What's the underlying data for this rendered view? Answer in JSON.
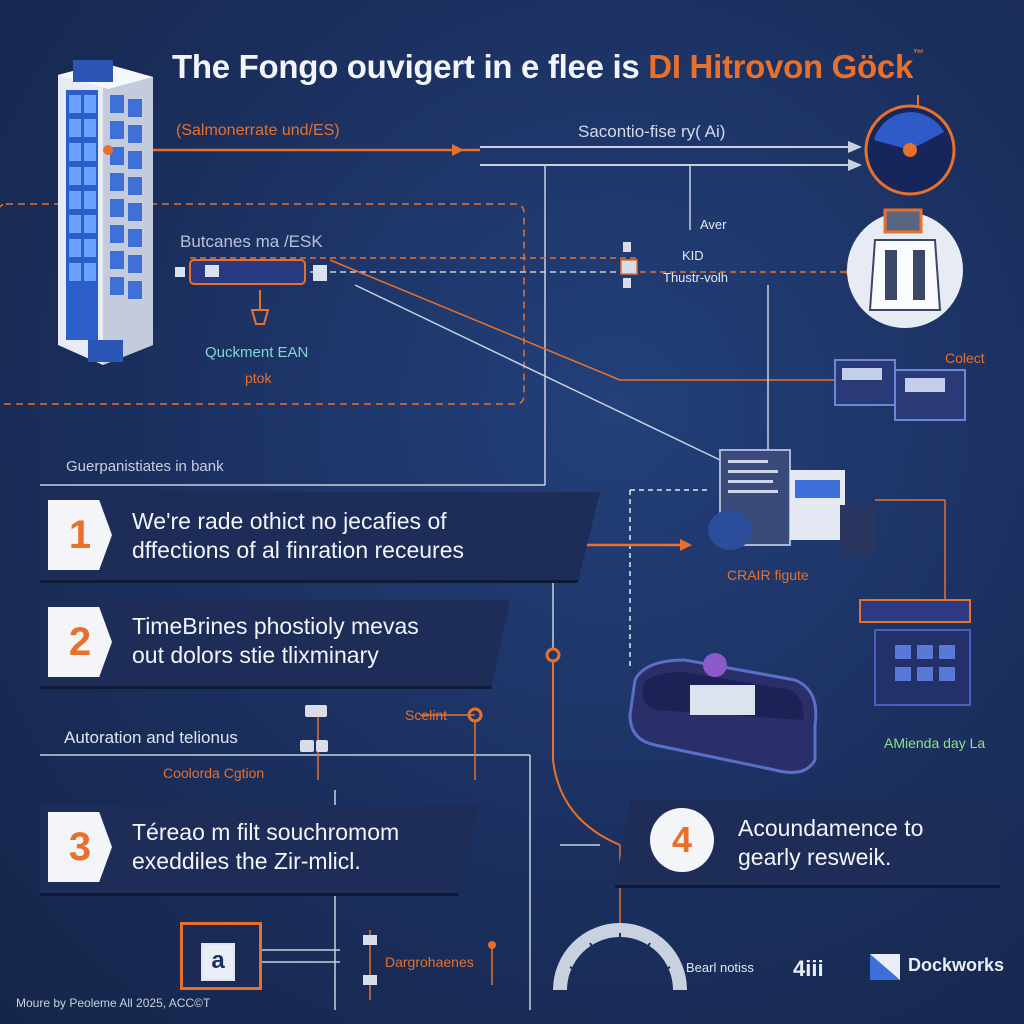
{
  "title": {
    "main": "The Fongo ouvigert in e flee is ",
    "accent": "DI Hitrovon Göck",
    "mark": "™"
  },
  "labels": {
    "salmonerrate": "(Salmonerrate und/ES)",
    "sacontio": "Sacontio-fise ry( Ai)",
    "butcanes": "Butcanes ma /ESK",
    "quckment_line1": "Quckment EAN",
    "quckment_line2": "ptok",
    "aver": "Aver",
    "kid": "KID",
    "thustr": "Thustr-volh",
    "colect": "Colect",
    "guerpanis": "Guerpanistiates in bank",
    "crair": "CRAIR figute",
    "autoration": "Autoration and telionus",
    "coolorda": "Coolorda Cgtion",
    "scelint": "Scelint",
    "amienda": "AMienda day La",
    "dargrohaenes": "Dargrohaenes",
    "bearl": "Bearl notiss"
  },
  "steps": [
    {
      "num": "1",
      "line1": "We're rade othict no jecafies of",
      "line2": "dffections of al finration receures"
    },
    {
      "num": "2",
      "line1": "TimeBrines phostioly mevas",
      "line2": "out dolors stie tlixminary"
    },
    {
      "num": "3",
      "line1": "Téreao m filt souchromom",
      "line2": "exeddiles the Zir-mlicl."
    },
    {
      "num": "4",
      "line1": "Acoundamence to",
      "line2": "gearly resweik."
    }
  ],
  "brands": {
    "ai": "4iii",
    "dockworks": "Dockworks"
  },
  "footer": "Moure by Peoleme All 2025, ACC©T",
  "colors": {
    "background": "#1b2f5e",
    "accent_orange": "#e8702a",
    "building_blue": "#3d6fd8",
    "panel": "#1d2d58"
  }
}
